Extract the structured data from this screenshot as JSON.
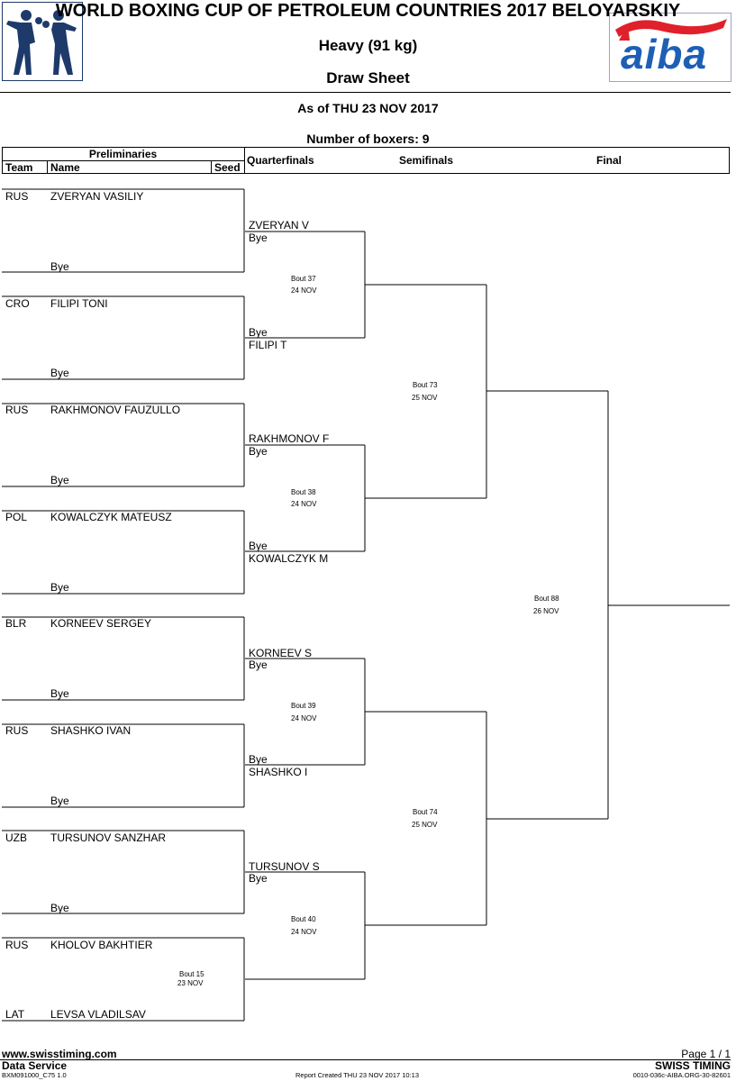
{
  "header": {
    "event_title": "WORLD BOXING CUP OF PETROLEUM COUNTRIES 2017 BELOYARSKIY",
    "weight_class": "Heavy (91 kg)",
    "sheet_type": "Draw Sheet",
    "as_of": "As of THU 23 NOV 2017",
    "boxer_count": "Number of boxers: 9",
    "aiba_logo_text": "aiba",
    "colors": {
      "aiba_red": "#e0202a",
      "aiba_blue": "#1d5fb5",
      "logo_navy": "#1d3a6b"
    }
  },
  "table_header": {
    "preliminaries": "Preliminaries",
    "team": "Team",
    "name": "Name",
    "seed": "Seed",
    "quarterfinals": "Quarterfinals",
    "semifinals": "Semifinals",
    "final": "Final"
  },
  "preliminaries": [
    {
      "team": "RUS",
      "name": "ZVERYAN VASILIY",
      "opponent": "Bye"
    },
    {
      "team": "CRO",
      "name": "FILIPI TONI",
      "opponent": "Bye"
    },
    {
      "team": "RUS",
      "name": "RAKHMONOV FAUZULLO",
      "opponent": "Bye"
    },
    {
      "team": "POL",
      "name": "KOWALCZYK MATEUSZ",
      "opponent": "Bye"
    },
    {
      "team": "BLR",
      "name": "KORNEEV SERGEY",
      "opponent": "Bye"
    },
    {
      "team": "RUS",
      "name": "SHASHKO IVAN",
      "opponent": "Bye"
    },
    {
      "team": "UZB",
      "name": "TURSUNOV SANZHAR",
      "opponent": "Bye"
    },
    {
      "team": "RUS",
      "name": "KHOLOV BAKHTIER",
      "bout": "Bout  15",
      "bout_date": "23 NOV",
      "opp_team": "LAT",
      "opponent": "LEVSA VLADILSAV"
    }
  ],
  "quarterfinals": [
    {
      "top_name": "ZVERYAN V",
      "top_sub": "Bye",
      "bot_sub": "Bye",
      "bot_name": "FILIPI T",
      "bout": "Bout  37",
      "date": "24 NOV"
    },
    {
      "top_name": "RAKHMONOV F",
      "top_sub": "Bye",
      "bot_sub": "Bye",
      "bot_name": "KOWALCZYK M",
      "bout": "Bout  38",
      "date": "24 NOV"
    },
    {
      "top_name": "KORNEEV S",
      "top_sub": "Bye",
      "bot_sub": "Bye",
      "bot_name": "SHASHKO I",
      "bout": "Bout  39",
      "date": "24 NOV"
    },
    {
      "top_name": "TURSUNOV S",
      "top_sub": "Bye",
      "bout": "Bout  40",
      "date": "24 NOV"
    }
  ],
  "semifinals": [
    {
      "bout": "Bout  73",
      "date": "25 NOV"
    },
    {
      "bout": "Bout  74",
      "date": "25 NOV"
    }
  ],
  "final": {
    "bout": "Bout  88",
    "date": "26 NOV"
  },
  "footer": {
    "website": "www.swisstiming.com",
    "data_service": "Data Service",
    "code": "BXM091000_C75 1.0",
    "report_created": "Report Created  THU 23 NOV 2017 10:13",
    "page": "Page 1 / 1",
    "swiss_timing": "SWISS TIMING",
    "doc_id": "0010-036c-AIBA.ORG-30-82601"
  }
}
